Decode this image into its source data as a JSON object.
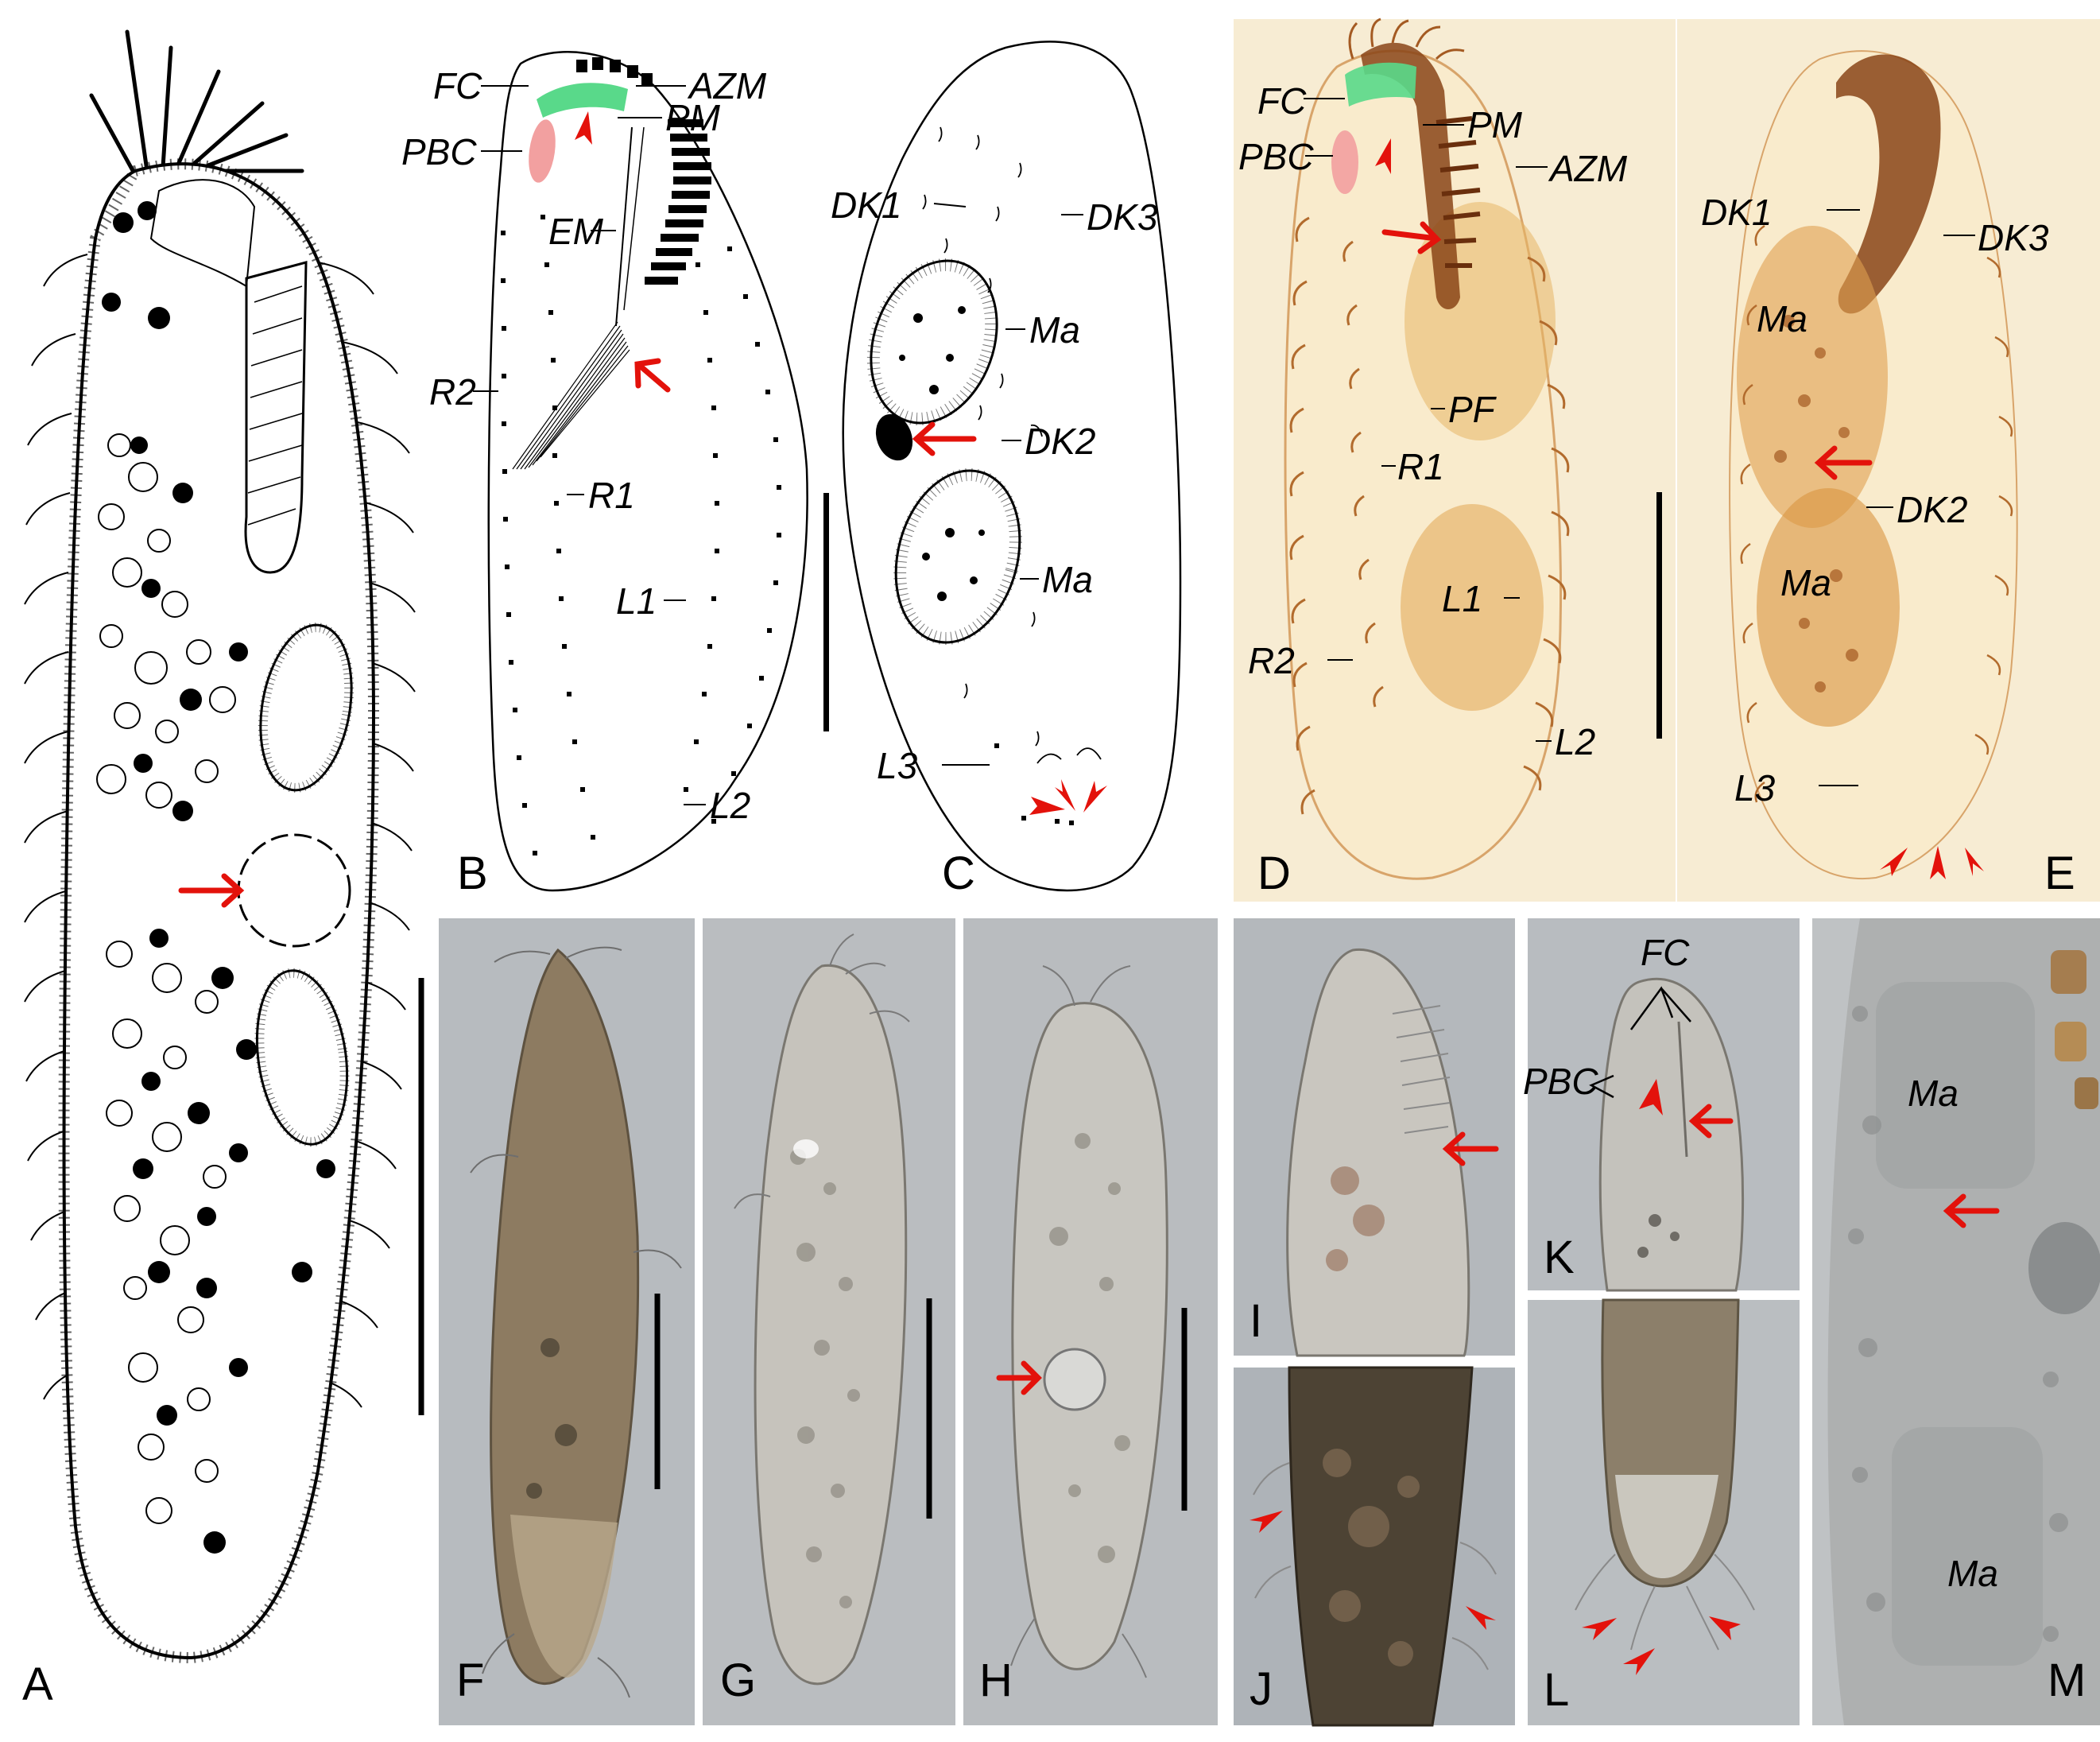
{
  "panel_letters": [
    "A",
    "B",
    "C",
    "D",
    "E",
    "F",
    "G",
    "H",
    "I",
    "J",
    "K",
    "L",
    "M"
  ],
  "labels": {
    "b": {
      "fc": "FC",
      "azm": "AZM",
      "pbc": "PBC",
      "pm": "PM",
      "em": "EM",
      "r2": "R2",
      "r1": "R1",
      "l1": "L1",
      "l2": "L2"
    },
    "c": {
      "dk1": "DK1",
      "dk3": "DK3",
      "ma1": "Ma",
      "dk2": "DK2",
      "ma2": "Ma",
      "l3": "L3"
    },
    "d": {
      "fc": "FC",
      "pbc": "PBC",
      "pm": "PM",
      "azm": "AZM",
      "pf": "PF",
      "r1": "R1",
      "l1": "L1",
      "r2": "R2",
      "l2": "L2"
    },
    "e": {
      "dk1": "DK1",
      "dk3": "DK3",
      "ma1": "Ma",
      "dk2": "DK2",
      "ma2": "Ma",
      "l3": "L3"
    },
    "k": {
      "fc": "FC",
      "pbc": "PBC"
    },
    "m": {
      "ma1": "Ma",
      "ma2": "Ma"
    }
  },
  "colors": {
    "arrow": "#e3120b",
    "frontal_cirri": "#59d98a",
    "buccal_cirrus": "#f2a0a0",
    "stain": "#f3e2bd",
    "dic_bg": "#b8bbbe"
  }
}
